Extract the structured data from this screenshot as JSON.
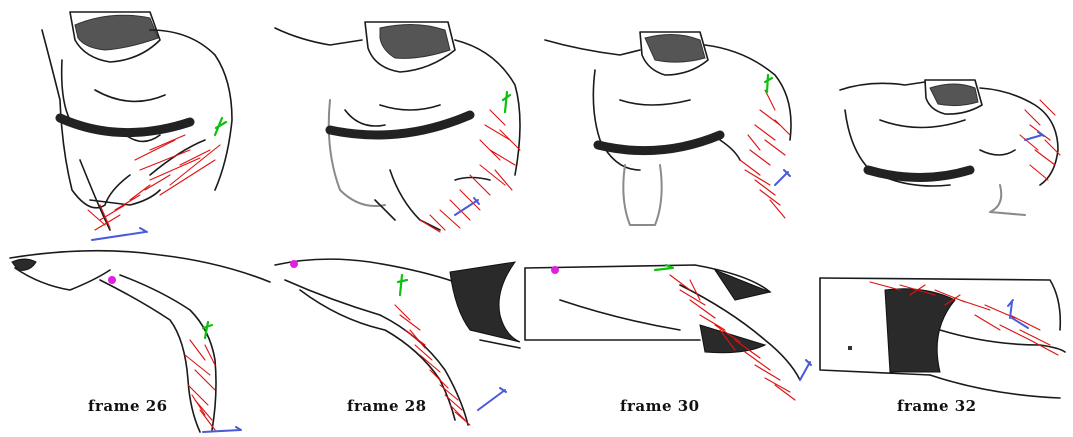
{
  "captions": [
    "frame 26",
    "frame 28",
    "frame 30",
    "frame 32"
  ],
  "colors": {
    "outline": "#1a1a1a",
    "belt": "#222222",
    "strokes": "#e01010",
    "axis_green": "#10c010",
    "axis_blue": "#4a5ad8",
    "joint_magenta": "#e020e0"
  }
}
